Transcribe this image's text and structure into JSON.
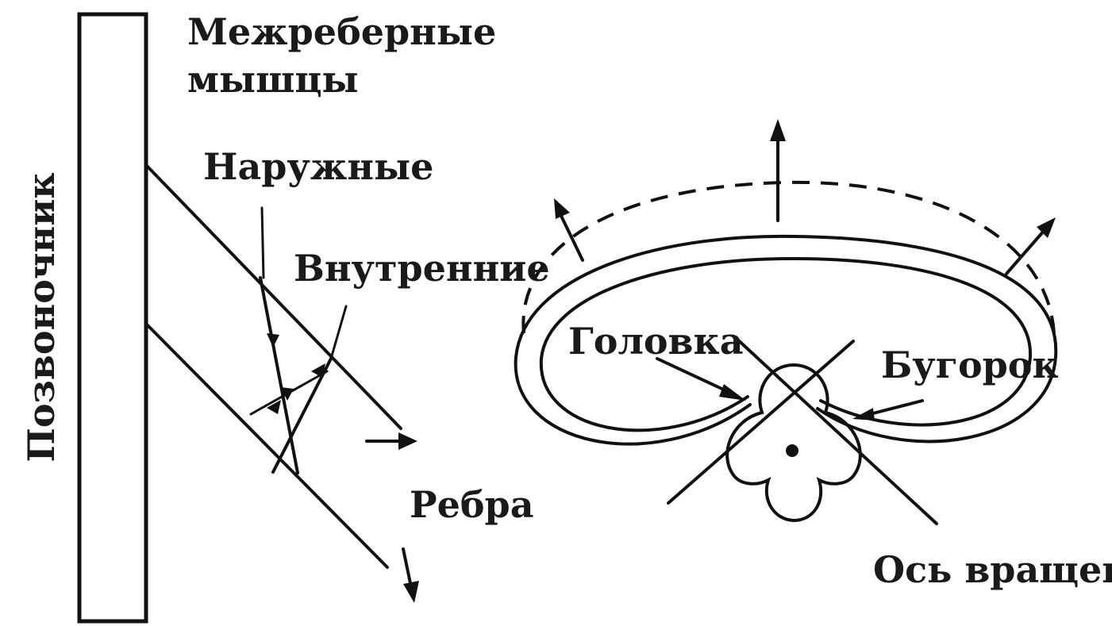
{
  "labels": {
    "spine": "Позвоночник",
    "intercostal_line1": "Межреберные",
    "intercostal_line2": "мышцы",
    "external": "Наружные",
    "internal": "Внутренние",
    "ribs": "Ребра",
    "head": "Головка",
    "tubercle": "Бугорок",
    "rotation_axis": "Ось вращения"
  },
  "colors": {
    "ink": "#111111",
    "background": "#ffffff"
  }
}
